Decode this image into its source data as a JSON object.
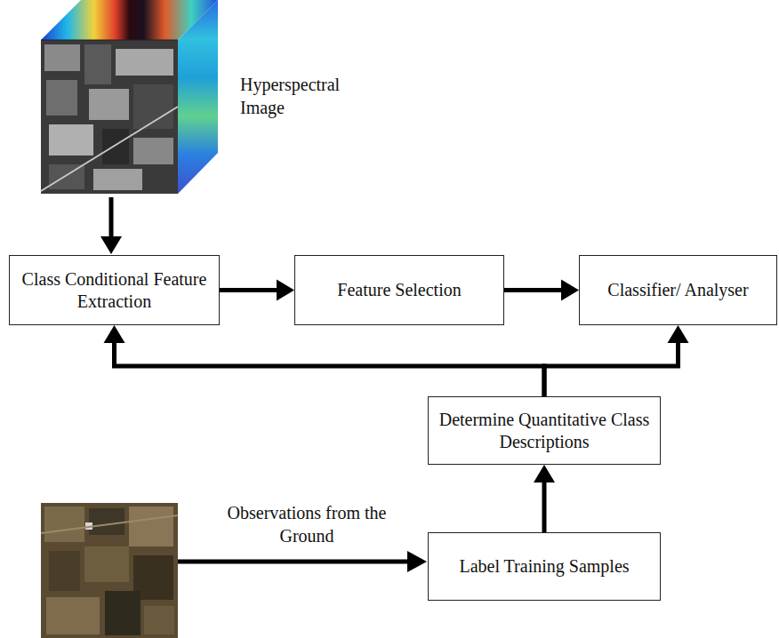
{
  "diagram": {
    "nodes": [
      {
        "text": [
          "Class Conditional Feature Extraction"
        ]
      },
      {
        "text": [
          "Feature Selection"
        ]
      },
      {
        "text": [
          "Classifier/ Analyser"
        ]
      },
      {
        "text": [
          "Determine Quantitative Class Descriptions"
        ]
      },
      {
        "text": [
          "Label Training Samples"
        ]
      }
    ],
    "edges": [
      {
        "from": 0,
        "to": 1,
        "arrow": "to"
      },
      {
        "from": 1,
        "to": 2,
        "arrow": "to"
      },
      {
        "from": 3,
        "to": 0,
        "arrow": "to"
      },
      {
        "from": 3,
        "to": 2,
        "arrow": "to"
      },
      {
        "from": 4,
        "to": 3,
        "arrow": "to"
      }
    ],
    "labels": [
      "Hyperspectral Image",
      "Observations from the Ground"
    ]
  }
}
